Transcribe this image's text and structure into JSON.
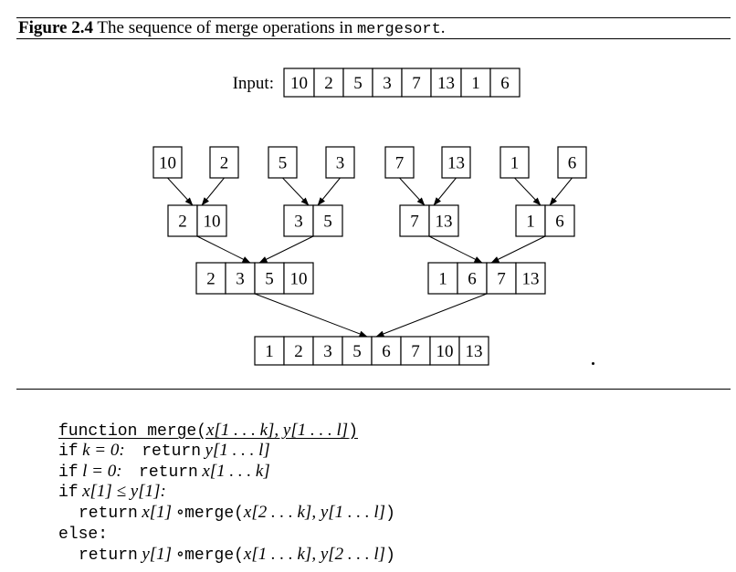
{
  "caption": {
    "figure_label": "Figure 2.4",
    "text": "The sequence of merge operations in",
    "code_word": "mergesort",
    "period": "."
  },
  "input": {
    "label": "Input:",
    "values": [
      "10",
      "2",
      "5",
      "3",
      "7",
      "13",
      "1",
      "6"
    ]
  },
  "tree": {
    "level1": [
      [
        "10"
      ],
      [
        "2"
      ],
      [
        "5"
      ],
      [
        "3"
      ],
      [
        "7"
      ],
      [
        "13"
      ],
      [
        "1"
      ],
      [
        "6"
      ]
    ],
    "level2": [
      [
        "2",
        "10"
      ],
      [
        "3",
        "5"
      ],
      [
        "7",
        "13"
      ],
      [
        "1",
        "6"
      ]
    ],
    "level3": [
      [
        "2",
        "3",
        "5",
        "10"
      ],
      [
        "1",
        "6",
        "7",
        "13"
      ]
    ],
    "level4": [
      [
        "1",
        "2",
        "3",
        "5",
        "6",
        "7",
        "10",
        "13"
      ]
    ]
  },
  "code": {
    "line1": {
      "kw": "function merge(",
      "args": "x[1 . . . k], y[1 . . . l]",
      "close": ")"
    },
    "line2": {
      "kw": "if",
      "cond": "k = 0:",
      "ret": "return",
      "expr": "y[1 . . . l]"
    },
    "line3": {
      "kw": "if",
      "cond": "l = 0:",
      "ret": "return",
      "expr": "x[1 . . . k]"
    },
    "line4": {
      "kw": "if",
      "cond": "x[1] ≤ y[1]:"
    },
    "line5": {
      "ret": "return",
      "pre": "x[1] ∘",
      "fn": "merge(",
      "args": "x[2 . . . k], y[1 . . . l]",
      "close": ")"
    },
    "line6": {
      "kw": "else:"
    },
    "line7": {
      "ret": "return",
      "pre": "y[1] ∘",
      "fn": "merge(",
      "args": "x[1 . . . k], y[2 . . . l]",
      "close": ")"
    }
  }
}
